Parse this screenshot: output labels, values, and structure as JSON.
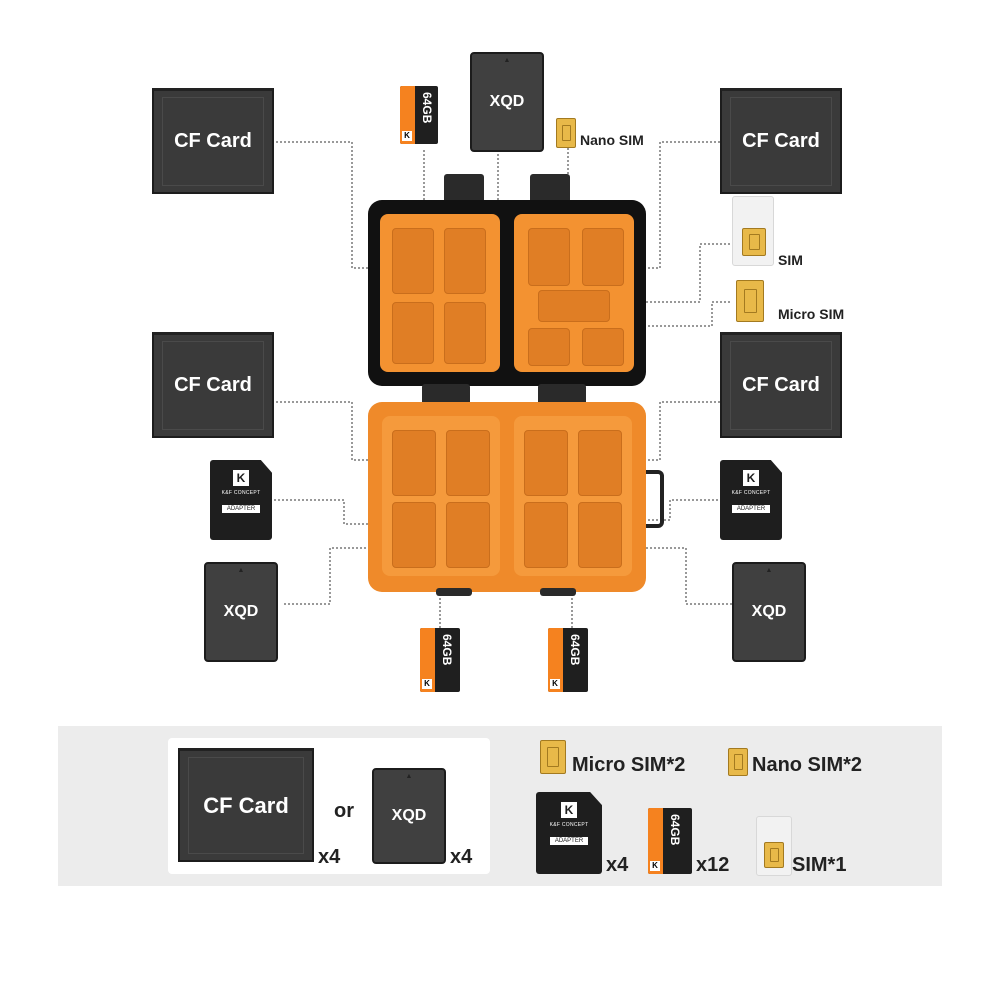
{
  "top": {
    "xqd_label": "XQD",
    "nano_sim_label": "Nano SIM",
    "sim_label": "SIM",
    "micro_sim_label": "Micro SIM",
    "cf_label": "CF Card",
    "micro_capacity": "64",
    "micro_unit": "GB",
    "sd_brand": "K&F CONCEPT",
    "sd_adapter": "ADAPTER",
    "sd_logo": "K"
  },
  "summary": {
    "cf_label": "CF Card",
    "cf_count": "x4",
    "or_text": "or",
    "xqd_label": "XQD",
    "xqd_count": "x4",
    "micro_sim": "Micro SIM*2",
    "nano_sim": "Nano SIM*2",
    "sd_count": "x4",
    "micro_count": "x12",
    "sim": "SIM*1"
  },
  "colors": {
    "case_orange": "#f39231",
    "case_black": "#111111",
    "card_gray": "#3a3a3a",
    "chip_gold": "#e8b949",
    "panel_gray": "#ececec"
  }
}
